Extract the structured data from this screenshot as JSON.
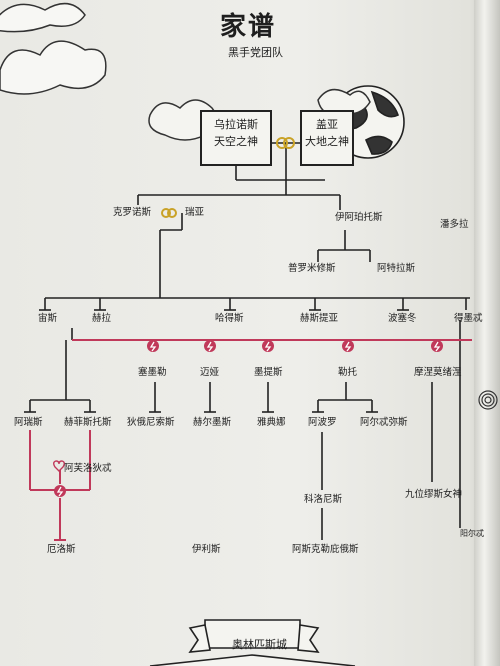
{
  "header": {
    "title": "家谱",
    "subtitle": "黑手党团队"
  },
  "top_couple": {
    "left": {
      "line1": "乌拉诺斯",
      "line2": "天空之神"
    },
    "right": {
      "line1": "盖亚",
      "line2": "大地之神"
    }
  },
  "gen1": {
    "cronus": "克罗诺斯",
    "rhea": "瑞亚",
    "iapetus": "伊阿珀托斯",
    "pontus": "潘多拉"
  },
  "gen1_children": {
    "prometheus": "普罗米修斯",
    "atlas": "阿特拉斯"
  },
  "gen2": {
    "zeus": "宙斯",
    "hera": "赫拉",
    "hades": "哈得斯",
    "hestia": "赫斯提亚",
    "poseidon": "波塞冬",
    "demeter": "得墨忒"
  },
  "gen3_mothers": {
    "semele": "塞墨勒",
    "maia": "迈娅",
    "metis": "墨提斯",
    "leto": "勒托",
    "mnemosyne": "摩涅莫绪涅"
  },
  "gen3": {
    "ares": "阿瑞斯",
    "hephaestus": "赫菲斯托斯",
    "dionysus": "狄俄尼索斯",
    "hermes": "赫尔墨斯",
    "athena": "雅典娜",
    "apollo": "阿波罗",
    "artemis": "阿尔忒弥斯",
    "muses": "九位缪斯女神"
  },
  "gen4": {
    "aphrodite": "阿芙洛狄忒",
    "eros": "厄洛斯",
    "iris": "伊利斯",
    "coronis": "科洛尼斯",
    "asclepius": "阿斯克勒庇俄斯"
  },
  "partial_right": "阳尔忒",
  "footer": {
    "banner": "奥林匹斯城"
  },
  "colors": {
    "ink": "#222222",
    "accent": "#c0395a",
    "paper": "#eeeeea"
  }
}
